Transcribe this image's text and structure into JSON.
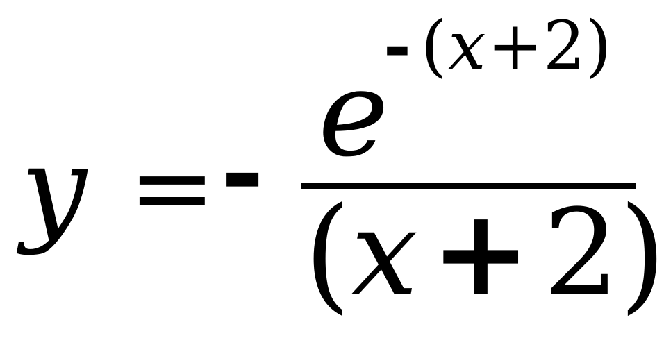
{
  "formula": {
    "lhs": "y",
    "equals": "=",
    "minus": "-",
    "numerator": {
      "base": "e",
      "exponent": {
        "minus": "-",
        "open_paren": "(",
        "variable": "x",
        "plus": "+",
        "constant": "2",
        "close_paren": ")"
      }
    },
    "denominator": {
      "open_paren": "(",
      "variable": "x",
      "plus": "+",
      "constant": "2",
      "close_paren": ")"
    }
  }
}
